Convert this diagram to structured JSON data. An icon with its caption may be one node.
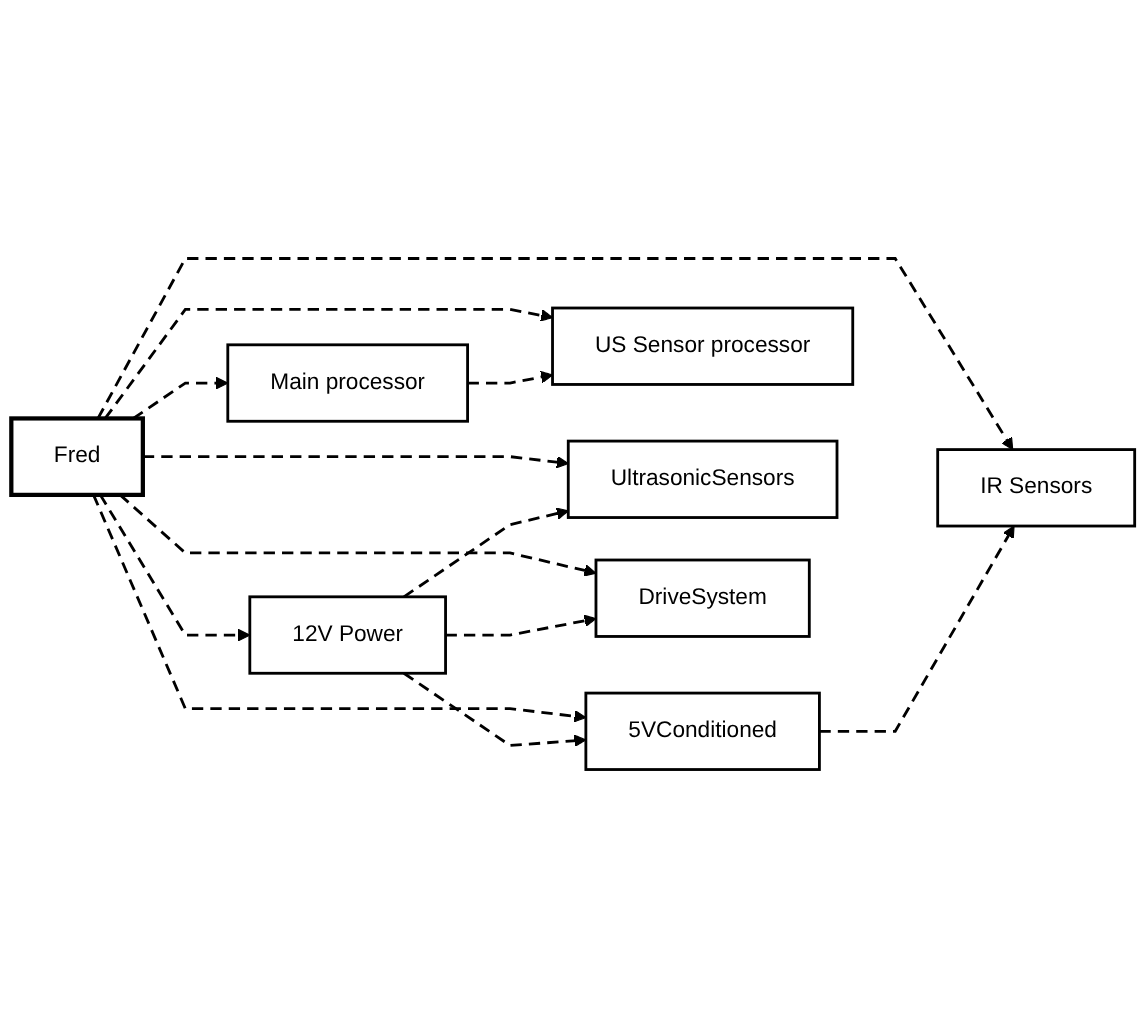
{
  "diagram": {
    "nodes": [
      {
        "text": [
          "Fred"
        ]
      },
      {
        "text": [
          "12V Power"
        ]
      },
      {
        "text": [
          "5VConditioned"
        ]
      },
      {
        "text": [
          "IR Sensors"
        ]
      },
      {
        "text": [
          "Main processor"
        ]
      },
      {
        "text": [
          "US Sensor processor"
        ]
      },
      {
        "text": [
          "UltrasonicSensors"
        ]
      },
      {
        "text": [
          "DriveSystem"
        ]
      }
    ],
    "edges": [
      {
        "from": 0,
        "to": 1,
        "arrow": "to",
        "style": "dashed"
      },
      {
        "from": 0,
        "to": 2,
        "arrow": "to",
        "style": "dashed"
      },
      {
        "from": 0,
        "to": 3,
        "arrow": "to",
        "style": "dashed"
      },
      {
        "from": 0,
        "to": 6,
        "arrow": "to",
        "style": "dashed"
      },
      {
        "from": 0,
        "to": 7,
        "arrow": "to",
        "style": "dashed"
      },
      {
        "from": 0,
        "to": 4,
        "arrow": "to",
        "style": "dashed"
      },
      {
        "from": 0,
        "to": 5,
        "arrow": "to",
        "style": "dashed"
      },
      {
        "from": 1,
        "to": 2,
        "arrow": "to",
        "style": "dashed"
      },
      {
        "from": 2,
        "to": 3,
        "arrow": "to",
        "style": "dashed"
      },
      {
        "from": 4,
        "to": 5,
        "arrow": "to",
        "style": "dashed"
      },
      {
        "from": 1,
        "to": 6,
        "arrow": "to",
        "style": "dashed"
      },
      {
        "from": 1,
        "to": 7,
        "arrow": "to",
        "style": "dashed"
      }
    ]
  }
}
